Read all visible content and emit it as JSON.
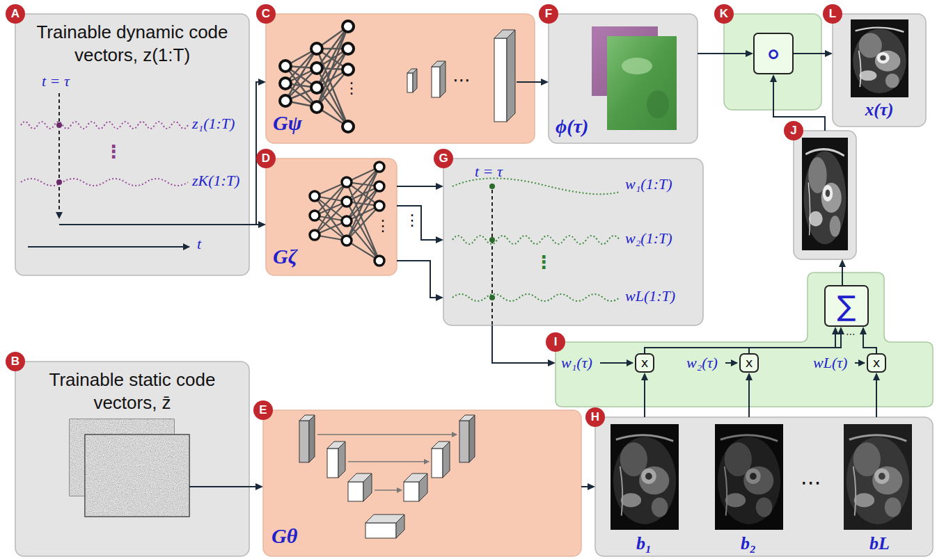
{
  "diagram": {
    "nodes": [
      {
        "text": [
          "A",
          "Trainable dynamic code vectors, z(1:T)"
        ]
      },
      {
        "text": [
          "C",
          "Gψ"
        ]
      },
      {
        "text": [
          "D",
          "Gζ"
        ]
      },
      {
        "text": [
          "F",
          "ϕ(τ)"
        ]
      },
      {
        "text": [
          "K"
        ]
      },
      {
        "text": [
          "∘"
        ],
        "in": 4
      },
      {
        "text": [
          "L",
          "x(τ)"
        ]
      },
      {
        "text": [
          "J"
        ]
      },
      {
        "text": [
          "G"
        ]
      },
      {
        "text": [
          "B",
          "Trainable static code vectors, z̄"
        ]
      },
      {
        "text": [
          "E",
          "Gθ"
        ]
      },
      {
        "text": [
          "I"
        ]
      },
      {
        "text": [
          "∑"
        ],
        "in": 11
      },
      {
        "text": [
          "x"
        ],
        "in": 11
      },
      {
        "text": [
          "x"
        ],
        "in": 11
      },
      {
        "text": [
          "x"
        ],
        "in": 11
      },
      {
        "text": [
          "H"
        ]
      }
    ],
    "edges": [
      {
        "from": 0,
        "to": 1,
        "arrow": "to"
      },
      {
        "from": 0,
        "to": 2,
        "arrow": "to"
      },
      {
        "from": 1,
        "to": 3,
        "arrow": "to"
      },
      {
        "from": 2,
        "to": 8,
        "arrow": "to"
      },
      {
        "from": 2,
        "to": 8,
        "arrow": "to"
      },
      {
        "from": 2,
        "to": 8,
        "arrow": "to"
      },
      {
        "from": 8,
        "to": 11,
        "arrow": "to"
      },
      {
        "from": 3,
        "to": 5,
        "arrow": "to"
      },
      {
        "from": 10,
        "to": 16,
        "arrow": "to"
      },
      {
        "from": 16,
        "to": 13,
        "arrow": "to"
      },
      {
        "from": 16,
        "to": 14,
        "arrow": "to"
      },
      {
        "from": 16,
        "to": 15,
        "arrow": "to"
      },
      {
        "from": 13,
        "to": 12,
        "arrow": "to"
      },
      {
        "from": 14,
        "to": 12,
        "arrow": "to"
      },
      {
        "from": 15,
        "to": 12,
        "arrow": "to"
      },
      {
        "from": 12,
        "to": 7,
        "arrow": "to"
      },
      {
        "from": 7,
        "to": 5,
        "arrow": "to"
      },
      {
        "from": 5,
        "to": 6,
        "arrow": "to"
      },
      {
        "from": 9,
        "to": 10,
        "arrow": "to"
      }
    ],
    "labels": [
      "t = τ",
      "z₁(1:T)",
      "⋮",
      "zK(1:T)",
      "t",
      "⋮",
      "⋯",
      "⋮",
      "⋮",
      "t = τ",
      "w₁(1:T)",
      "w₂(1:T)",
      "⋮",
      "wL(1:T)",
      "w₁(τ)",
      "w₂(τ)",
      "wL(τ)",
      "⋯",
      "b₁",
      "b₂",
      "⋯",
      "bL"
    ]
  }
}
